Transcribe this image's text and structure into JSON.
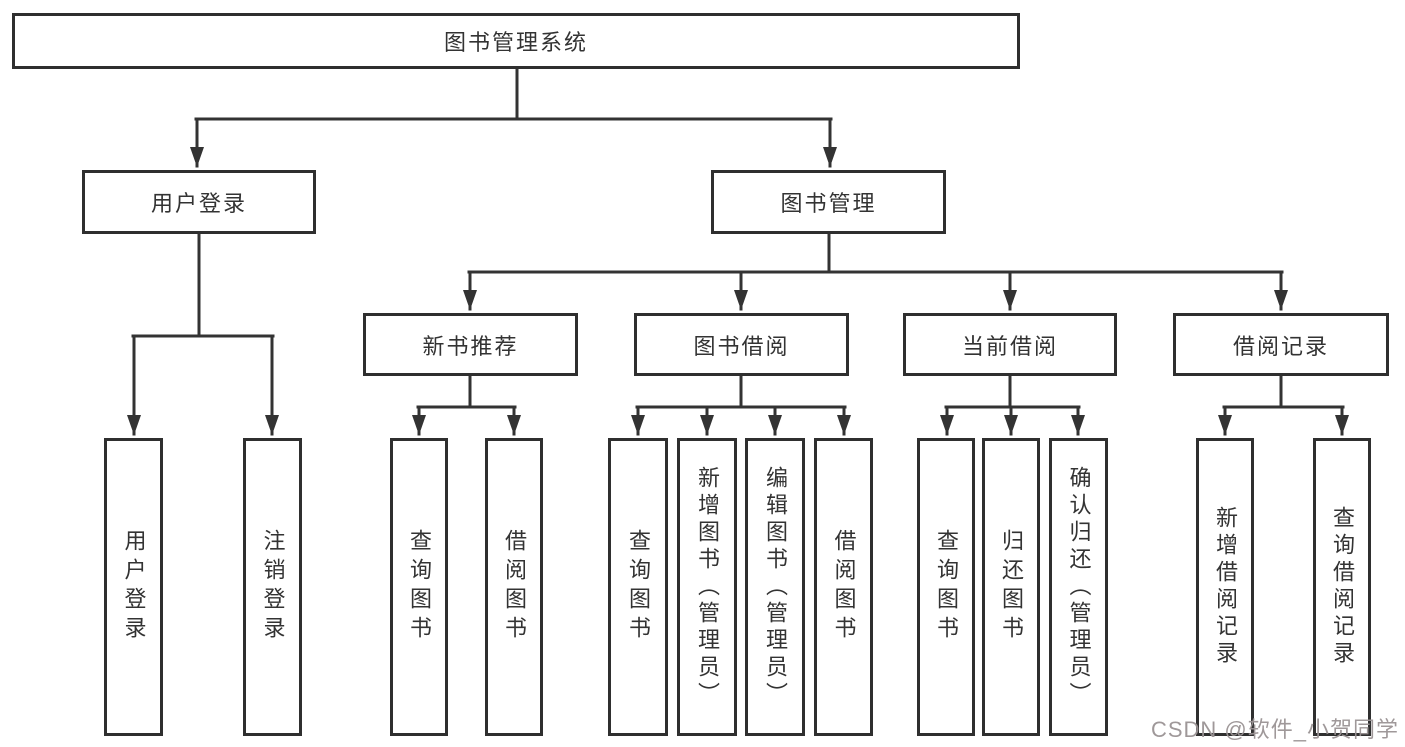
{
  "diagram": {
    "title": "图书管理系统",
    "nodes": {
      "root": {
        "label": "图书管理系统"
      },
      "user_login": {
        "label": "用户登录",
        "children": [
          {
            "label": "用户登录"
          },
          {
            "label": "注销登录"
          }
        ]
      },
      "book_mgmt": {
        "label": "图书管理"
      },
      "new_book": {
        "label": "新书推荐",
        "children": [
          {
            "label": "查询图书"
          },
          {
            "label": "借阅图书"
          }
        ]
      },
      "borrow": {
        "label": "图书借阅",
        "children": [
          {
            "label": "查询图书"
          },
          {
            "label": "新增图书（管理员）"
          },
          {
            "label": "编辑图书（管理员）"
          },
          {
            "label": "借阅图书"
          }
        ]
      },
      "current": {
        "label": "当前借阅",
        "children": [
          {
            "label": "查询图书"
          },
          {
            "label": "归还图书"
          },
          {
            "label": "确认归还（管理员）"
          }
        ]
      },
      "records": {
        "label": "借阅记录",
        "children": [
          {
            "label": "新增借阅记录"
          },
          {
            "label": "查询借阅记录"
          }
        ]
      }
    }
  },
  "watermark": {
    "text": "CSDN @软件_小贺同学",
    "color": "#9a9394"
  },
  "colors": {
    "line": "#333333",
    "box_border": "#2f2f2f",
    "text": "#333333",
    "background": "#ffffff"
  }
}
